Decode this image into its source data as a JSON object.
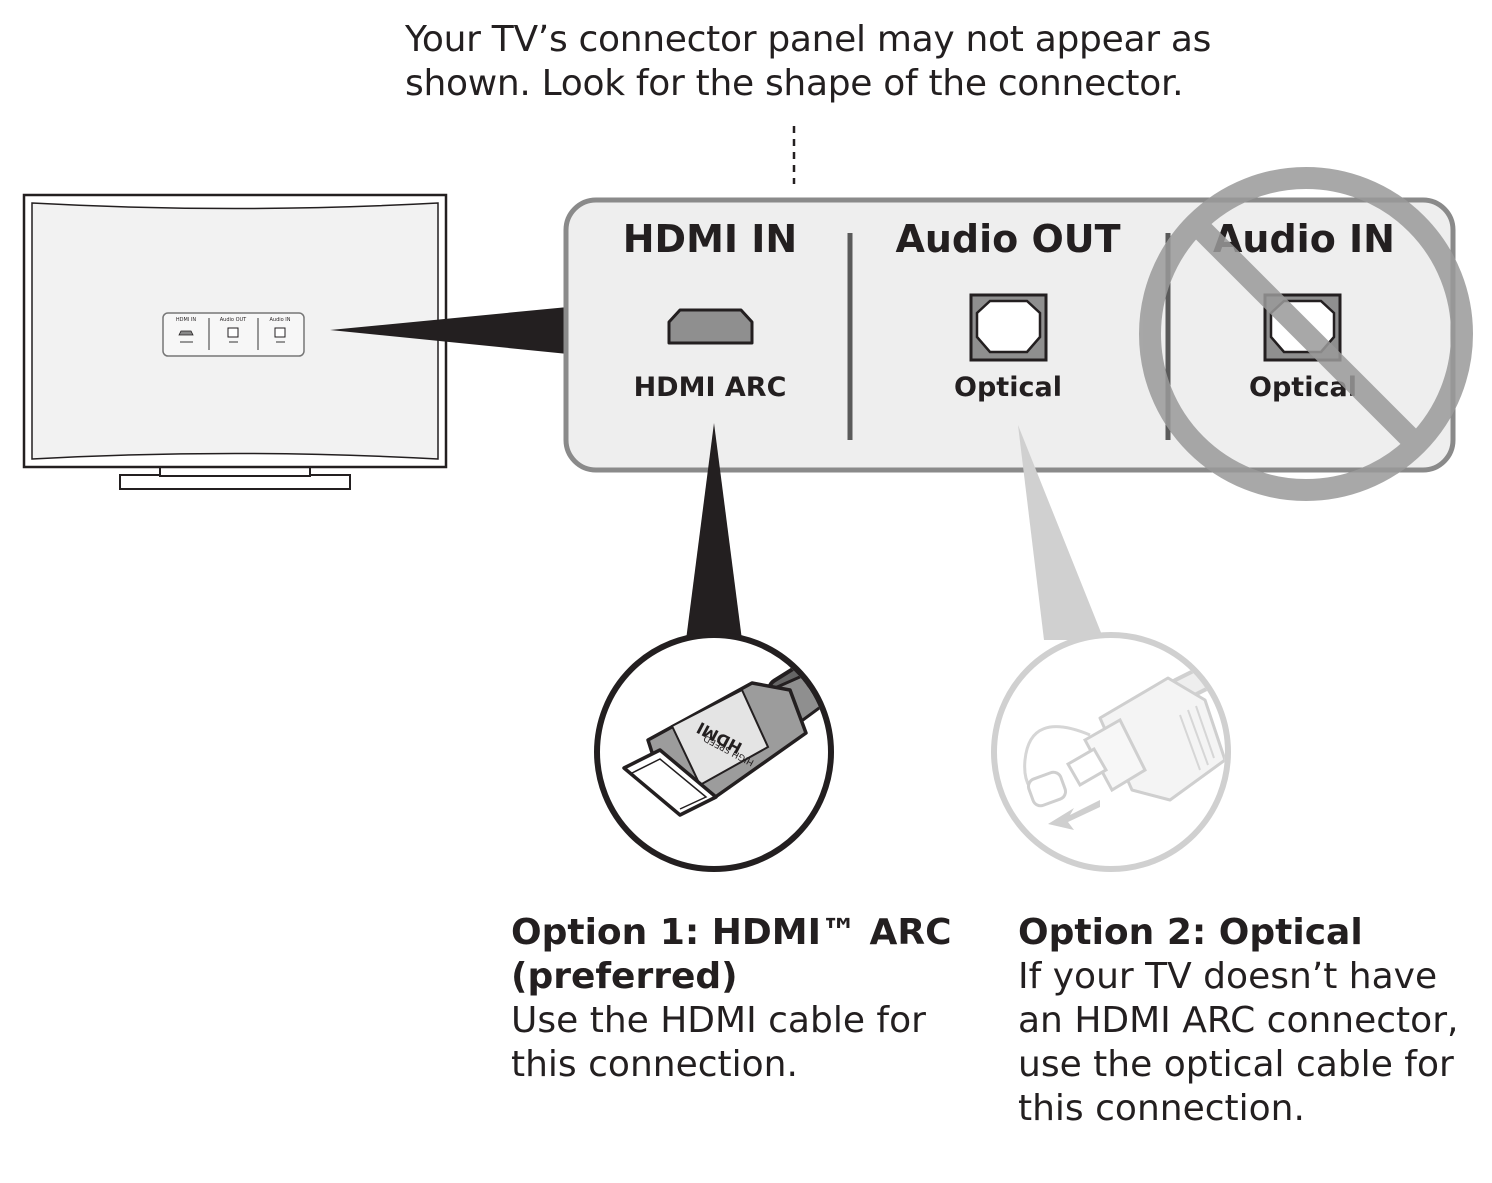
{
  "note": {
    "line1": "Your TV’s connector panel may not appear as",
    "line2": "shown. Look for the shape of the connector."
  },
  "panel": {
    "hdmi": {
      "heading": "HDMI IN",
      "label": "HDMI ARC"
    },
    "audio_out": {
      "heading": "Audio OUT",
      "label": "Optical"
    },
    "audio_in": {
      "heading": "Audio IN",
      "label": "Optical"
    }
  },
  "mini_panel": {
    "hdmi_heading": "HDMI IN",
    "audio_out_heading": "Audio OUT",
    "audio_in_heading": "Audio IN"
  },
  "cable": {
    "hdmi_logo": "HDMI",
    "hdmi_sub": "HIGH SPEED"
  },
  "option1": {
    "title_line1": "Option 1: HDMI™ ARC",
    "title_line2": "(preferred)",
    "body_line1": "Use the HDMI cable for",
    "body_line2": "this connection."
  },
  "option2": {
    "title": "Option 2: Optical",
    "body_line1": "If your TV doesn’t have",
    "body_line2": "an HDMI ARC connector,",
    "body_line3": "use the optical cable for",
    "body_line4": "this connection."
  },
  "colors": {
    "ink": "#231f20",
    "panel_fill": "#eeeeee",
    "panel_stroke": "#8a8a8a",
    "prohibit": "#9a9a9a",
    "optical_light": "#d0d0d0"
  }
}
